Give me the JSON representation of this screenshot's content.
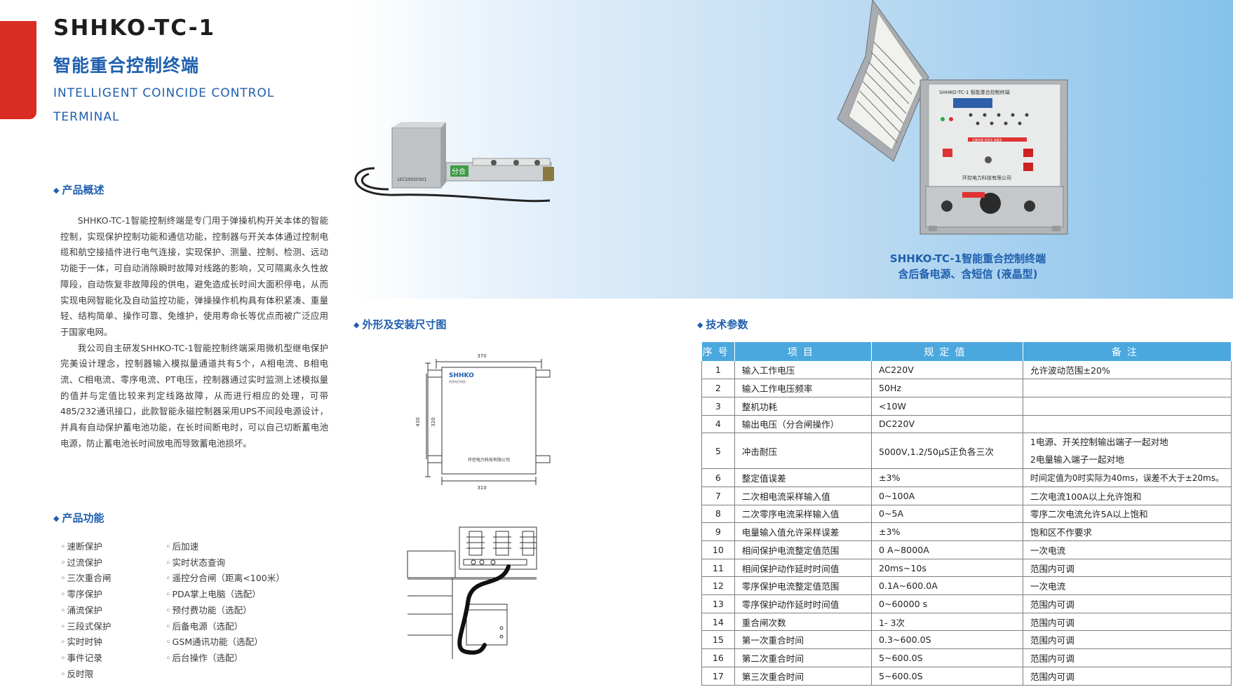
{
  "header": {
    "model": "SHHKO-TC-1",
    "title_cn": "智能重合控制终端",
    "title_en": "INTELLIGENT COINCIDE CONTROL TERMINAL"
  },
  "overview": {
    "heading": "产品概述",
    "paragraphs": [
      "SHHKO-TC-1智能控制终端是专门用于弹操机构开关本体的智能控制，实现保护控制功能和通信功能，控制器与开关本体通过控制电缆和航空接插件进行电气连接，实现保护、测量、控制、检测、远动功能于一体，可自动消除瞬时故障对线路的影响，又可隔离永久性故障段，自动恢复非故障段的供电，避免造成长时间大面积停电，从而实现电网智能化及自动监控功能，弹操操作机构具有体积紧凑、重量轻、结构简单、操作可靠、免维护，使用寿命长等优点而被广泛应用于国家电网。",
      "我公司自主研发SHHKO-TC-1智能控制终端采用微机型继电保护完美设计理念，控制器输入模拟量通道共有5个，A相电流、B相电流、C相电流、零序电流、PT电压，控制器通过实时监测上述模拟量的值并与定值比较来判定线路故障，从而进行相应的处理，可带485/232通讯接口，此款智能永磁控制器采用UPS不间段电源设计，并具有自动保护蓄电池功能，在长时间断电时，可以自己切断蓄电池电源，防止蓄电池长时间放电而导致蓄电池损坏。"
    ]
  },
  "functions": {
    "heading": "产品功能",
    "col1": [
      "速断保护",
      "过流保护",
      "三次重合闸",
      "零序保护",
      "涌流保护",
      "三段式保护",
      "实时时钟",
      "事件记录",
      "反时限"
    ],
    "col2": [
      "后加速",
      "实时状态查询",
      "遥控分合闸（距离<100米）",
      "PDA掌上电脑（选配）",
      "预付费功能（选配）",
      "后备电源（选配）",
      "GSM通讯功能（选配）",
      "后台操作（选配）"
    ]
  },
  "photo": {
    "caption_line1": "SHHKO-TC-1智能重合控制终端",
    "caption_line2": "含后备电源、含短信 (液晶型)",
    "panel_title": "SHHKO-TC-1 智能重合控制终端",
    "panel_company": "环控电力科技有限公司",
    "panel_band": "后备电源 含短信 液晶型",
    "switch_label": "分合",
    "box_code": "1ECS0020301"
  },
  "dimensions": {
    "heading": "外形及安装尺寸图",
    "brand": "SHHKO",
    "brand_sub": "环控电力科技",
    "company": "环控电力科技有限公司",
    "top_width": "370",
    "bottom_width": "310",
    "outer_height": "430",
    "inner_height": "320"
  },
  "specs": {
    "heading": "技术参数",
    "headers": [
      "序号",
      "项目",
      "规定值",
      "备注"
    ],
    "rows": [
      {
        "no": "1",
        "item": "输入工作电压",
        "value": "AC220V",
        "note": "允许波动范围±20%"
      },
      {
        "no": "2",
        "item": "输入工作电压频率",
        "value": "50Hz",
        "note": ""
      },
      {
        "no": "3",
        "item": "整机功耗",
        "value": "<10W",
        "note": ""
      },
      {
        "no": "4",
        "item": "输出电压（分合闸操作）",
        "value": "DC220V",
        "note": ""
      },
      {
        "no": "5",
        "item": "冲击耐压",
        "value": "5000V,1.2/50μS正负各三次",
        "note": "1电源、开关控制输出端子一起对地",
        "note2": "2电量输入端子一起对地"
      },
      {
        "no": "6",
        "item": "整定值误差",
        "value": "±3%",
        "note": "时间定值为0时实际为40ms，误差不大于±20ms。"
      },
      {
        "no": "7",
        "item": "二次相电流采样输入值",
        "value": "0~100A",
        "note": "二次电流100A以上允许饱和"
      },
      {
        "no": "8",
        "item": "二次零序电流采样输入值",
        "value": "0~5A",
        "note": "零序二次电流允许5A以上饱和"
      },
      {
        "no": "9",
        "item": "电量输入值允许采样误差",
        "value": "±3%",
        "note": "饱和区不作要求"
      },
      {
        "no": "10",
        "item": "相间保护电流整定值范围",
        "value": "0 A~8000A",
        "note": "一次电流"
      },
      {
        "no": "11",
        "item": "相间保护动作延时时间值",
        "value": "20ms~10s",
        "note": "范围内可调"
      },
      {
        "no": "12",
        "item": "零序保护电流整定值范围",
        "value": "0.1A~600.0A",
        "note": "一次电流"
      },
      {
        "no": "13",
        "item": "零序保护动作延时时间值",
        "value": "0~60000 s",
        "note": "范围内可调"
      },
      {
        "no": "14",
        "item": "重合闸次数",
        "value": "1- 3次",
        "note": "范围内可调"
      },
      {
        "no": "15",
        "item": "第一次重合时间",
        "value": "0.3~600.0S",
        "note": "范围内可调"
      },
      {
        "no": "16",
        "item": "第二次重合时间",
        "value": "5~600.0S",
        "note": "范围内可调"
      },
      {
        "no": "17",
        "item": "第三次重合时间",
        "value": "5~600.0S",
        "note": "范围内可调"
      }
    ]
  },
  "colors": {
    "accent_blue": "#1f5fae",
    "accent_red": "#d92c22",
    "table_header": "#4aa8de"
  }
}
